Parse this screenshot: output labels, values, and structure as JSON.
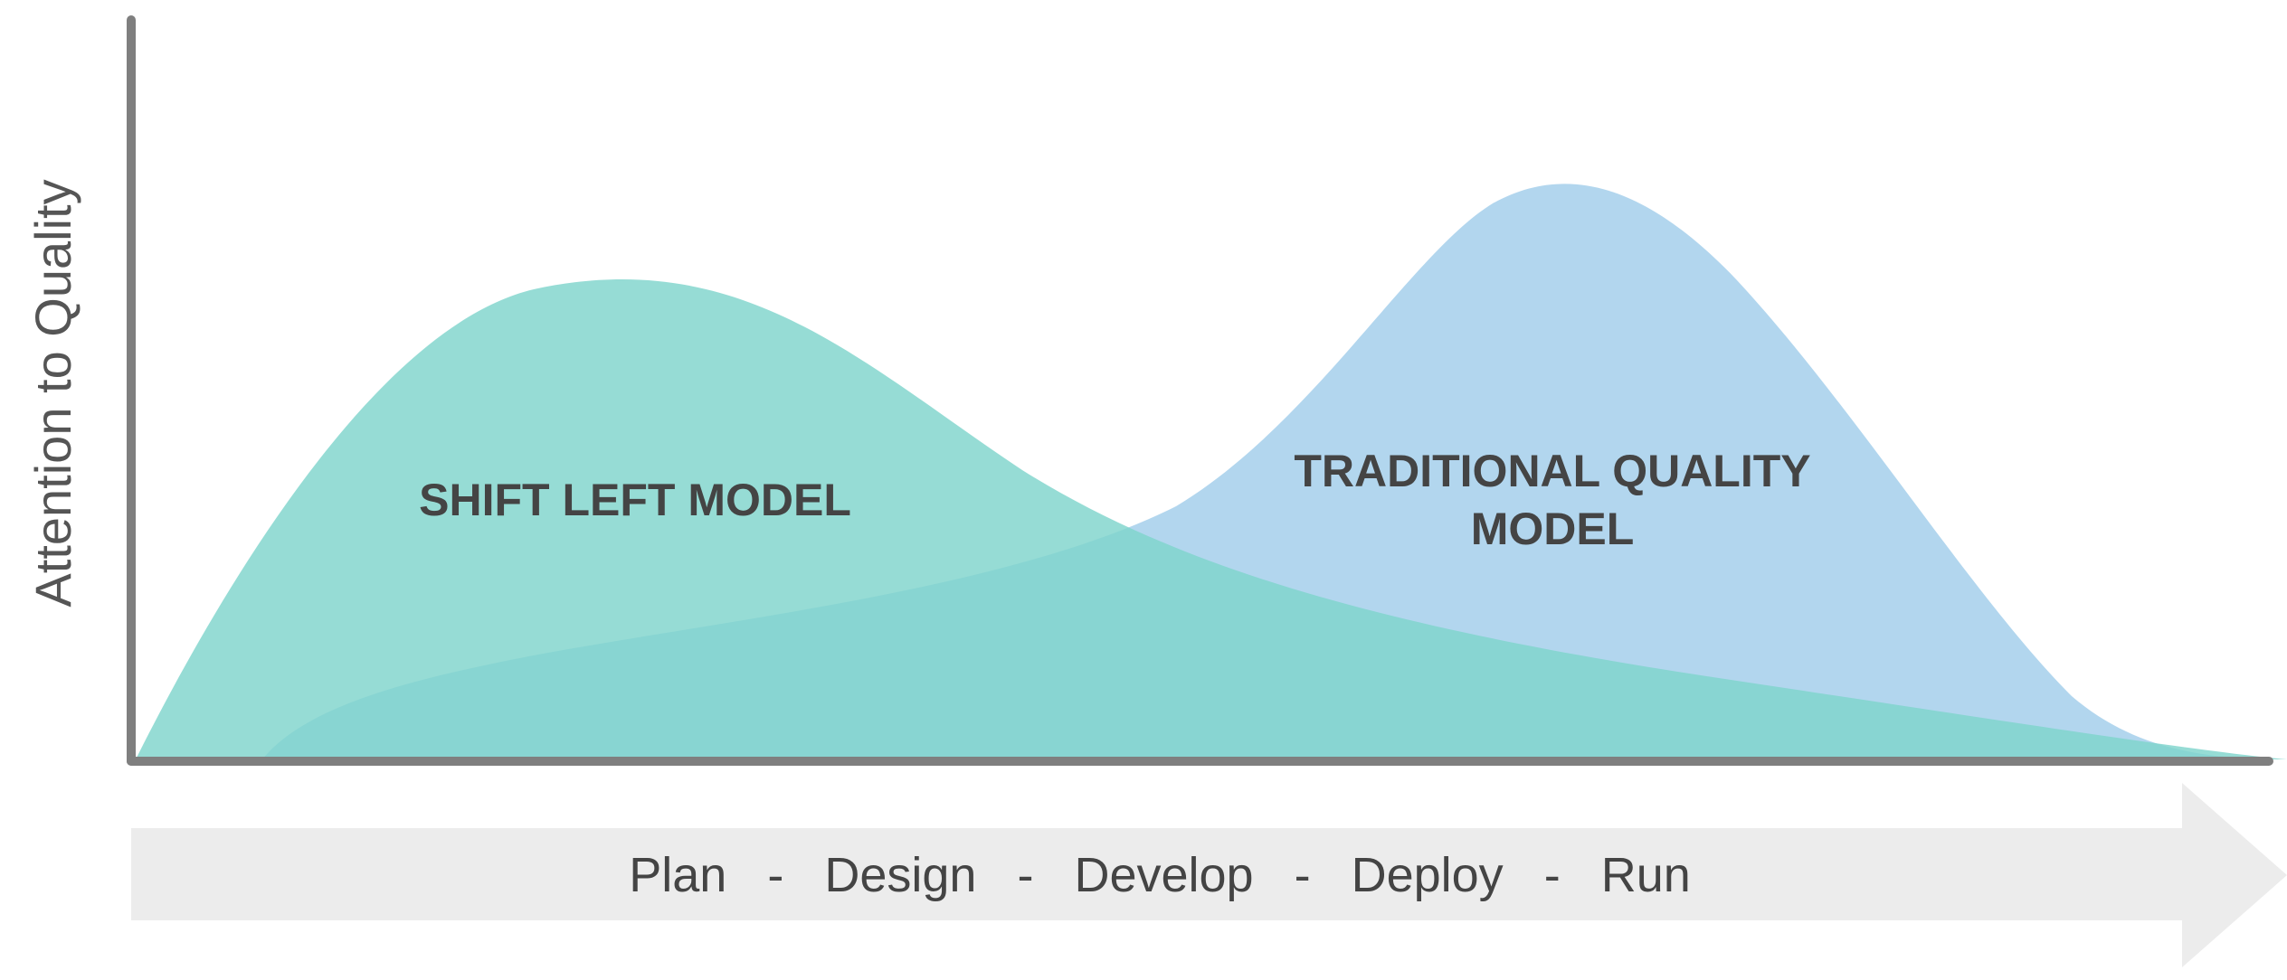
{
  "y_axis": {
    "label": "Attention to Quality"
  },
  "x_axis": {
    "phases": [
      "Plan",
      "Design",
      "Develop",
      "Deploy",
      "Run"
    ],
    "separator": "-"
  },
  "models": {
    "shift_left": {
      "label_lines": [
        "SHIFT LEFT MODEL"
      ],
      "color": "#7fd4cc"
    },
    "traditional": {
      "label_lines": [
        "TRADITIONAL QUALITY",
        "MODEL"
      ],
      "color": "#9ccbe9"
    }
  },
  "colors": {
    "axis": "#7f7f7f",
    "arrow_band": "#ececec",
    "text": "#444444"
  }
}
